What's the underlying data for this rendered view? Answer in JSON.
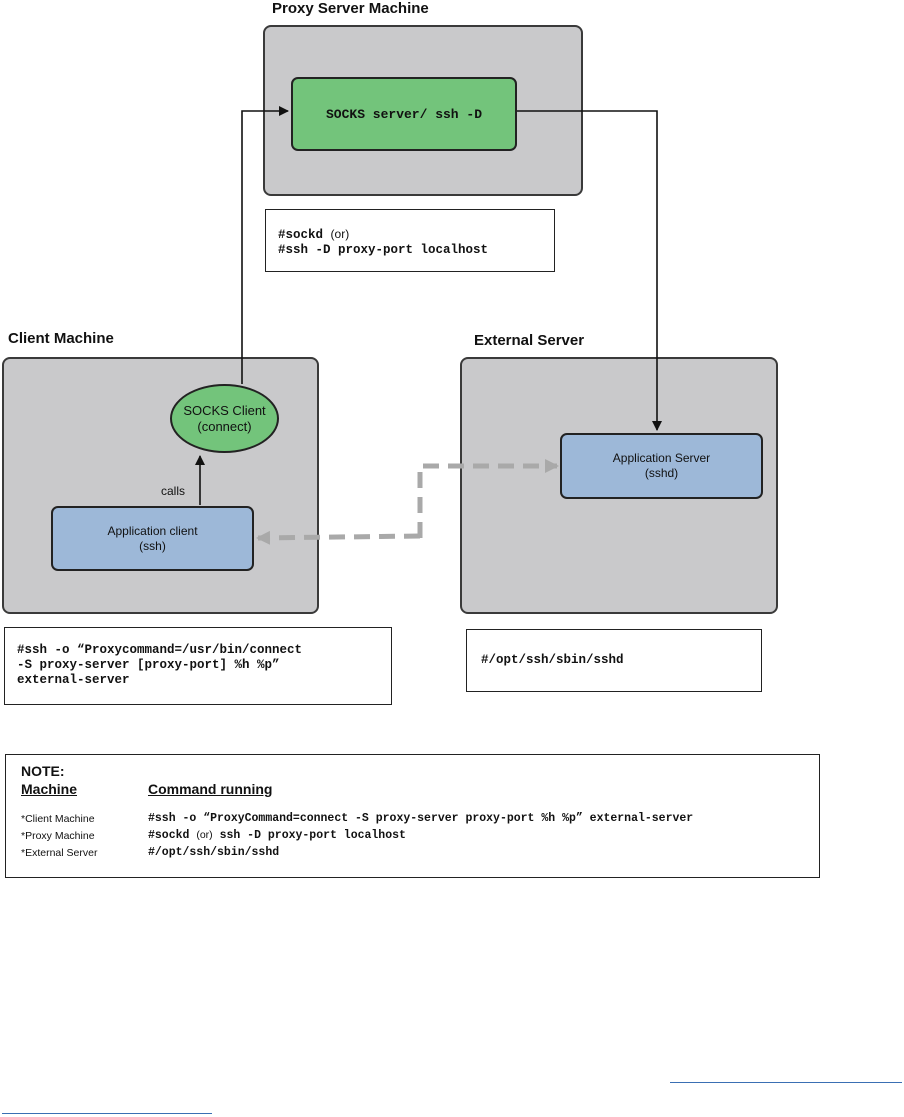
{
  "proxy_machine": {
    "title": "Proxy Server Machine",
    "socks_server_label": "SOCKS server/ ssh -D",
    "cmd": {
      "line1_code": "#sockd",
      "line1_plain": "(or)",
      "line2": "#ssh -D proxy-port localhost"
    }
  },
  "client_machine": {
    "title": "Client Machine",
    "socks_client": {
      "line1": "SOCKS Client",
      "line2": "(connect)"
    },
    "calls_label": "calls",
    "app_client": {
      "line1": "Application client",
      "line2": "(ssh)"
    },
    "cmd": {
      "line1": "#ssh -o “Proxycommand=/usr/bin/connect",
      "line2": "-S proxy-server [proxy-port] %h %p”",
      "line3": "external-server"
    }
  },
  "external_server": {
    "title": "External Server",
    "app_server": {
      "line1": "Application Server",
      "line2": "(sshd)"
    },
    "cmd": "#/opt/ssh/sbin/sshd"
  },
  "note": {
    "title": "NOTE:",
    "col_machine": "Machine",
    "col_command": "Command running",
    "rows": [
      {
        "machine": "*Client Machine",
        "command": "#ssh -o “ProxyCommand=connect -S proxy-server proxy-port %h %p” external-server"
      },
      {
        "machine": "*Proxy Machine",
        "command_code1": "#sockd",
        "command_plain": "(or)",
        "command_code2": "ssh -D proxy-port localhost"
      },
      {
        "machine": "*External Server",
        "command": "#/opt/ssh/sbin/sshd"
      }
    ]
  },
  "colors": {
    "machine_fill": "#c9c9cb",
    "green": "#73c47b",
    "blue": "#9db8d8",
    "dashed_arrow": "#a9a9a9",
    "footer_link_line": "#3a6fb3"
  }
}
